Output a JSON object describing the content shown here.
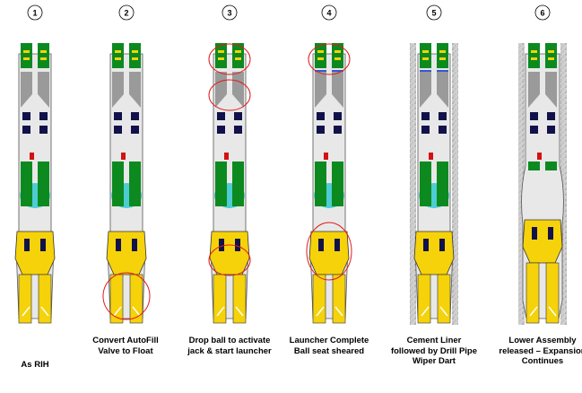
{
  "steps": [
    {
      "number": "1",
      "caption": "As RIH"
    },
    {
      "number": "2",
      "caption": "Convert AutoFill Valve to Float"
    },
    {
      "number": "3",
      "caption": "Drop ball to activate jack & start launcher"
    },
    {
      "number": "4",
      "caption": "Launcher Complete Ball seat sheared"
    },
    {
      "number": "5",
      "caption": "Cement Liner followed by Drill Pipe Wiper Dart"
    },
    {
      "number": "6",
      "caption": "Lower Assembly released – Expansion Continues"
    }
  ],
  "colors": {
    "green": "#0c8a1f",
    "yellow": "#f5d20a",
    "gray": "#9a9a9a",
    "blue": "#3358d8",
    "navy": "#12124a",
    "cyan": "#33c7cf",
    "red_marker": "#d41010",
    "annotation_circle": "#e21a1a",
    "casing": "#c8c8c8"
  }
}
